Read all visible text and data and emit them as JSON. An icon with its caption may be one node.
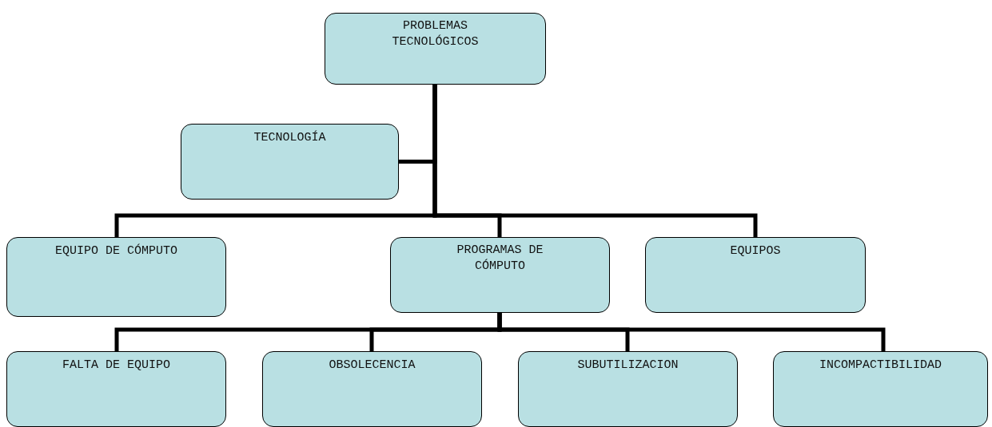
{
  "diagram": {
    "nodes": [
      {
        "text": [
          "PROBLEMAS TECNOLÓGICOS"
        ]
      },
      {
        "text": [
          "TECNOLOGÍA"
        ]
      },
      {
        "text": [
          "EQUIPO DE CÓMPUTO"
        ]
      },
      {
        "text": [
          "PROGRAMAS DE CÓMPUTO"
        ]
      },
      {
        "text": [
          "EQUIPOS"
        ]
      },
      {
        "text": [
          "FALTA DE EQUIPO"
        ]
      },
      {
        "text": [
          "OBSOLECENCIA"
        ]
      },
      {
        "text": [
          "SUBUTILIZACION"
        ]
      },
      {
        "text": [
          "INCOMPACTIBILIDAD"
        ]
      }
    ],
    "edges": [
      {
        "from": 0,
        "to": 1,
        "arrow": "none"
      },
      {
        "from": 0,
        "to": 2,
        "arrow": "none"
      },
      {
        "from": 0,
        "to": 3,
        "arrow": "none"
      },
      {
        "from": 0,
        "to": 4,
        "arrow": "none"
      },
      {
        "from": 3,
        "to": 5,
        "arrow": "none"
      },
      {
        "from": 3,
        "to": 6,
        "arrow": "none"
      },
      {
        "from": 3,
        "to": 7,
        "arrow": "none"
      },
      {
        "from": 3,
        "to": 8,
        "arrow": "none"
      }
    ]
  }
}
